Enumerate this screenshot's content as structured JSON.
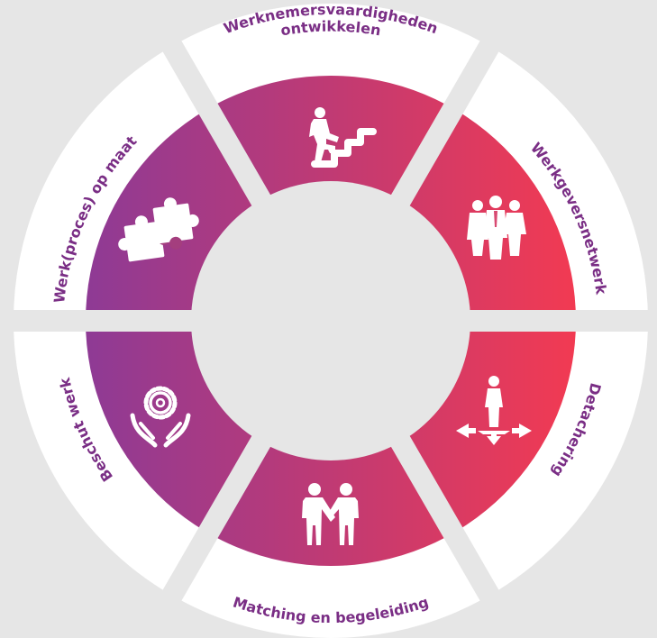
{
  "diagram": {
    "colors": {
      "background": "#e6e6e6",
      "outer_ring": "#ffffff",
      "label_text": "#7a2e85",
      "gradient_left": "#8e3a95",
      "gradient_right": "#f23a52",
      "icon": "#ffffff"
    },
    "segments": [
      {
        "id": "werknemersvaardigheden",
        "label_lines": [
          "Werknemersvaardigheden",
          "ontwikkelen"
        ],
        "icon": "climbing-stairs-icon"
      },
      {
        "id": "werkgeversnetwerk",
        "label_lines": [
          "Werkgeversnetwerk"
        ],
        "icon": "business-people-icon"
      },
      {
        "id": "detachering",
        "label_lines": [
          "Detachering"
        ],
        "icon": "person-directions-icon"
      },
      {
        "id": "matching",
        "label_lines": [
          "Matching en begeleiding"
        ],
        "icon": "handshake-icon"
      },
      {
        "id": "beschut-werk",
        "label_lines": [
          "Beschut werk"
        ],
        "icon": "hands-gear-icon"
      },
      {
        "id": "werk-op-maat",
        "label_lines": [
          "Werk(proces) op maat"
        ],
        "icon": "puzzle-icon"
      }
    ]
  }
}
